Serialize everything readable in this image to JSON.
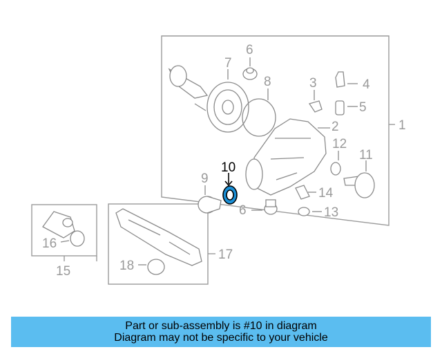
{
  "callouts": {
    "c1": "1",
    "c2": "2",
    "c3": "3",
    "c4": "4",
    "c5": "5",
    "c6a": "6",
    "c6b": "6",
    "c7": "7",
    "c8": "8",
    "c9": "9",
    "c10": "10",
    "c11": "11",
    "c12": "12",
    "c13": "13",
    "c14": "14",
    "c15": "15",
    "c16": "16",
    "c17": "17",
    "c18": "18"
  },
  "highlighted_part": "10",
  "colors": {
    "banner": "#5bbdf0",
    "highlight": "#1a8fd6",
    "line": "#9a9a9a"
  },
  "banner": {
    "line1": "Part or sub-assembly is #10 in diagram",
    "line2": "Diagram may not be specific to your vehicle"
  }
}
